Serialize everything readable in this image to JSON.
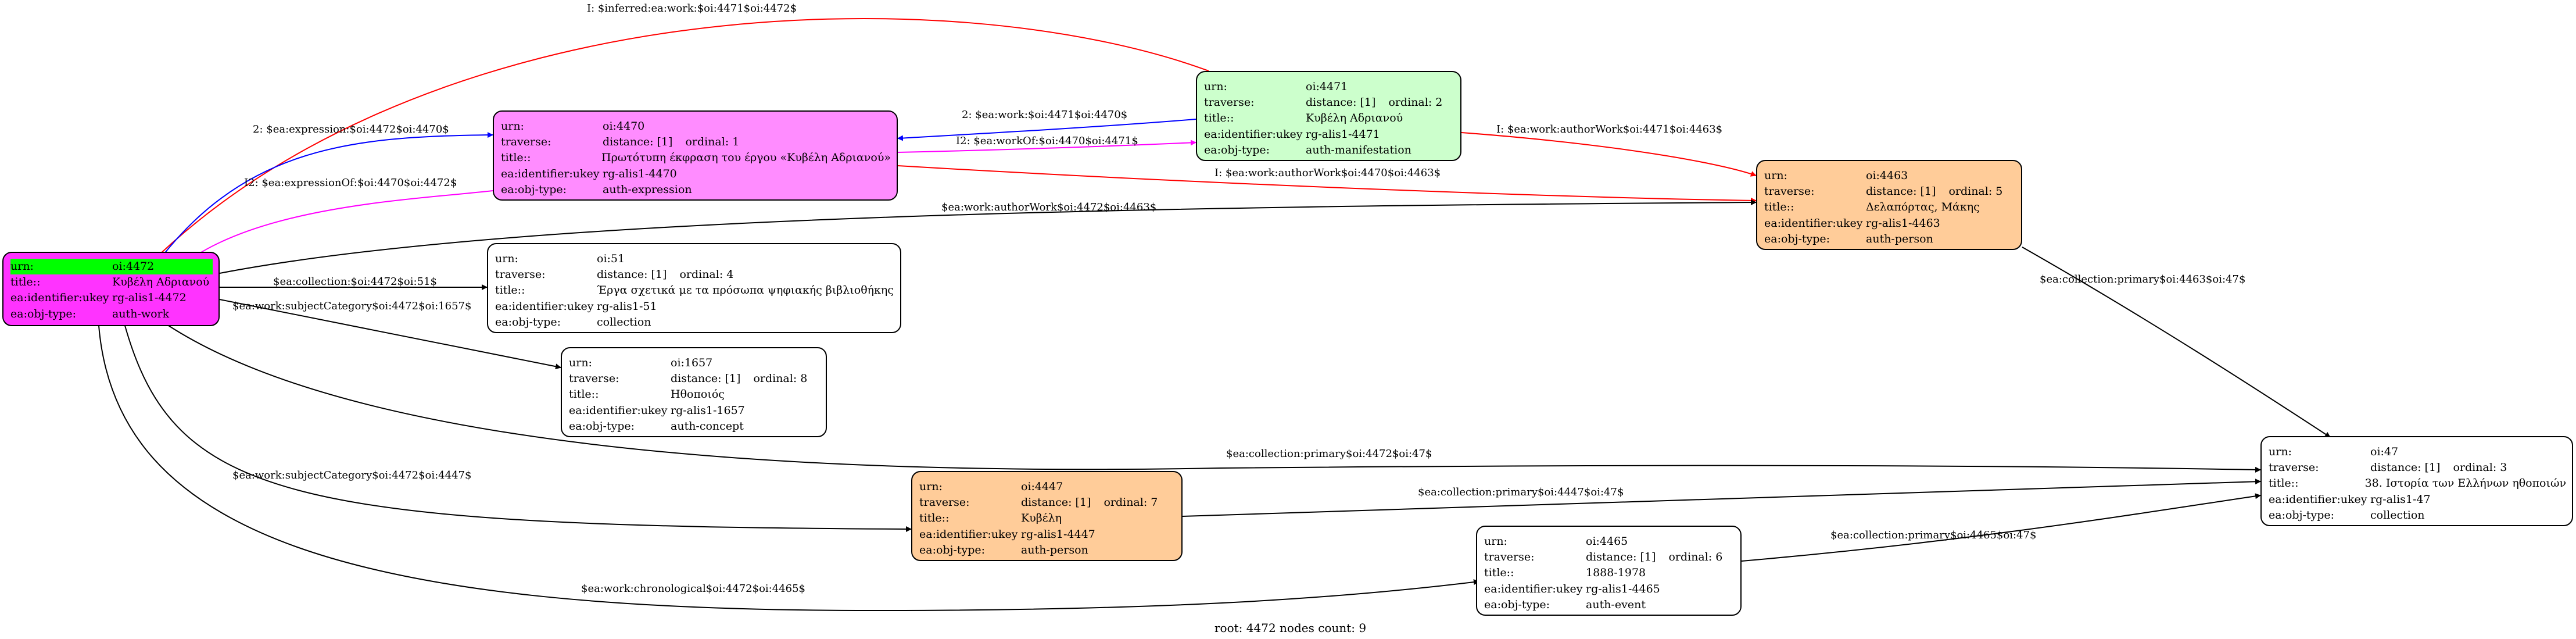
{
  "caption": "root: 4472 nodes count: 9",
  "colors": {
    "root_fill": "#ff33ff",
    "root_highlight": "#00ff00",
    "expression_fill": "#ff8cff",
    "manifestation_fill": "#ccffcc",
    "person_fill": "#ffcc99",
    "plain_fill": "#ffffff",
    "edge_default": "#000000",
    "edge_red": "#ff0000",
    "edge_blue": "#0000ff",
    "edge_magenta": "#ff00ff"
  },
  "nodes": {
    "n4472": {
      "urn": "oi:4472",
      "title": "Κυβέλη Αδριανού",
      "ukey": "rg-alis1-4472",
      "type": "auth-work",
      "labels": {
        "urn": "urn:",
        "title": "title::",
        "ukey": "ea:identifier:ukey",
        "type": "ea:obj-type:"
      }
    },
    "n4470": {
      "urn": "oi:4470",
      "distance": "distance: [1]",
      "ordinal": "ordinal: 1",
      "title": "Πρωτότυπη έκφραση του έργου «Κυβέλη Αδριανού»",
      "ukey": "rg-alis1-4470",
      "type": "auth-expression",
      "labels": {
        "urn": "urn:",
        "traverse": "traverse:",
        "title": "title::",
        "ukey": "ea:identifier:ukey",
        "type": "ea:obj-type:"
      }
    },
    "n4471": {
      "urn": "oi:4471",
      "distance": "distance: [1]",
      "ordinal": "ordinal: 2",
      "title": "Κυβέλη Αδριανού",
      "ukey": "rg-alis1-4471",
      "type": "auth-manifestation",
      "labels": {
        "urn": "urn:",
        "traverse": "traverse:",
        "title": "title::",
        "ukey": "ea:identifier:ukey",
        "type": "ea:obj-type:"
      }
    },
    "n4463": {
      "urn": "oi:4463",
      "distance": "distance: [1]",
      "ordinal": "ordinal: 5",
      "title": "Δελαπόρτας, Μάκης",
      "ukey": "rg-alis1-4463",
      "type": "auth-person",
      "labels": {
        "urn": "urn:",
        "traverse": "traverse:",
        "title": "title::",
        "ukey": "ea:identifier:ukey",
        "type": "ea:obj-type:"
      }
    },
    "n51": {
      "urn": "oi:51",
      "distance": "distance: [1]",
      "ordinal": "ordinal: 4",
      "title": "Έργα σχετικά με τα πρόσωπα ψηφιακής βιβλιοθήκης",
      "ukey": "rg-alis1-51",
      "type": "collection",
      "labels": {
        "urn": "urn:",
        "traverse": "traverse:",
        "title": "title::",
        "ukey": "ea:identifier:ukey",
        "type": "ea:obj-type:"
      }
    },
    "n1657": {
      "urn": "oi:1657",
      "distance": "distance: [1]",
      "ordinal": "ordinal: 8",
      "title": "Ηθοποιός",
      "ukey": "rg-alis1-1657",
      "type": "auth-concept",
      "labels": {
        "urn": "urn:",
        "traverse": "traverse:",
        "title": "title::",
        "ukey": "ea:identifier:ukey",
        "type": "ea:obj-type:"
      }
    },
    "n4447": {
      "urn": "oi:4447",
      "distance": "distance: [1]",
      "ordinal": "ordinal: 7",
      "title": "Κυβέλη",
      "ukey": "rg-alis1-4447",
      "type": "auth-person",
      "labels": {
        "urn": "urn:",
        "traverse": "traverse:",
        "title": "title::",
        "ukey": "ea:identifier:ukey",
        "type": "ea:obj-type:"
      }
    },
    "n4465": {
      "urn": "oi:4465",
      "distance": "distance: [1]",
      "ordinal": "ordinal: 6",
      "title": "1888-1978",
      "ukey": "rg-alis1-4465",
      "type": "auth-event",
      "labels": {
        "urn": "urn:",
        "traverse": "traverse:",
        "title": "title::",
        "ukey": "ea:identifier:ukey",
        "type": "ea:obj-type:"
      }
    },
    "n47": {
      "urn": "oi:47",
      "distance": "distance: [1]",
      "ordinal": "ordinal: 3",
      "title": "38. Ιστορία των Ελλήνων ηθοποιών",
      "ukey": "rg-alis1-47",
      "type": "collection",
      "labels": {
        "urn": "urn:",
        "traverse": "traverse:",
        "title": "title::",
        "ukey": "ea:identifier:ukey",
        "type": "ea:obj-type:"
      }
    }
  },
  "edges": [
    {
      "label": "I: $inferred:ea:work:$oi:4471$oi:4472$",
      "color": "red"
    },
    {
      "label": "2: $ea:work:$oi:4471$oi:4470$",
      "color": "blue"
    },
    {
      "label": "I2: $ea:workOf:$oi:4470$oi:4471$",
      "color": "magenta"
    },
    {
      "label": "2: $ea:expression:$oi:4472$oi:4470$",
      "color": "blue"
    },
    {
      "label": "I2: $ea:expressionOf:$oi:4470$oi:4472$",
      "color": "magenta"
    },
    {
      "label": "I: $ea:work:authorWork$oi:4471$oi:4463$",
      "color": "red"
    },
    {
      "label": "I: $ea:work:authorWork$oi:4470$oi:4463$",
      "color": "red"
    },
    {
      "label": "$ea:work:authorWork$oi:4472$oi:4463$",
      "color": "black"
    },
    {
      "label": "$ea:collection:$oi:4472$oi:51$",
      "color": "black"
    },
    {
      "label": "$ea:work:subjectCategory$oi:4472$oi:1657$",
      "color": "black"
    },
    {
      "label": "$ea:collection:primary$oi:4463$oi:47$",
      "color": "black"
    },
    {
      "label": "$ea:collection:primary$oi:4472$oi:47$",
      "color": "black"
    },
    {
      "label": "$ea:work:subjectCategory$oi:4472$oi:4447$",
      "color": "black"
    },
    {
      "label": "$ea:collection:primary$oi:4447$oi:47$",
      "color": "black"
    },
    {
      "label": "$ea:collection:primary$oi:4465$oi:47$",
      "color": "black"
    },
    {
      "label": "$ea:work:chronological$oi:4472$oi:4465$",
      "color": "black"
    }
  ]
}
